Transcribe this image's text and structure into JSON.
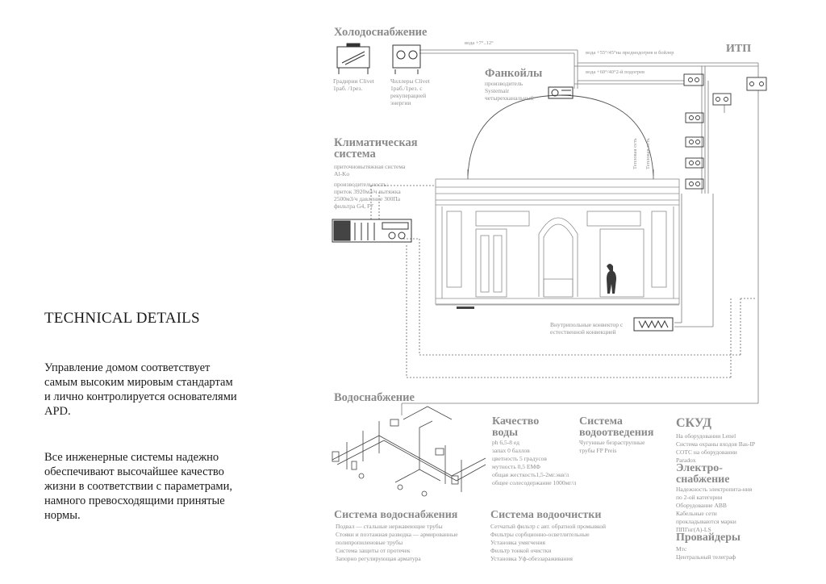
{
  "left": {
    "title": "TECHNICAL DETAILS",
    "paragraph1": "Управление домом соответствует самым высоким мировым стандартам и лично контролируется основателями APD.",
    "paragraph2": "Все инженерные системы надежно обеспечивают высочайшее качество жизни в соответствии с параметрами, намного превосходящими принятые нормы."
  },
  "cold": {
    "title": "Холодоснабжение",
    "water_label": "вода +7°..12°",
    "grad_label": "Градирни Clivet 1раб. /1рез.",
    "chiller_label": "Чиллеры Clivet 1раб./1рез. с рекуперацией энергии"
  },
  "hot": {
    "line1": "вода +55°/45°на преднодогрев и бойлер",
    "line2": "вода +60°/40°2-й подогрев"
  },
  "itp": {
    "title": "ИТП"
  },
  "fancoil": {
    "title": "Фанкойлы",
    "desc": "производитель Systemair четырехканальный"
  },
  "heating": {
    "label_a": "Тепловая сеть",
    "label_b": "Тепловая сеть"
  },
  "climate": {
    "title": "Климатическая система",
    "desc1": "приточновытяжная система Al-Ko",
    "desc2": "производительность: приток 3920м3/ч вытяжка 2500м3/ч давление 300Па фильтра G4, F7"
  },
  "convector": {
    "label": "Внутрипольные конвектор с естественной конвекцией"
  },
  "water": {
    "title": "Водоснабжение"
  },
  "quality": {
    "title": "Качество воды",
    "items": [
      "ph 6,5-8 ед",
      "запах 0 баллов",
      "цветность 5 градусов",
      "мутность 0,5 ЕМФ",
      "общая жесткость1,5-2мг.экв/л",
      "общее солесодержание 1000мг/л"
    ]
  },
  "drain": {
    "title": "Система водоотведения",
    "items": [
      "Чугунные безраструпные трубы FP Preis"
    ]
  },
  "skud": {
    "title": "СКУД",
    "items": [
      "На оборудовании Lenel",
      "Система охраны входов Bas-IP",
      "СОТС на оборудовании Paradox"
    ]
  },
  "power": {
    "title": "Электро-снабжение",
    "items": [
      "Надежность электропита-ния по 2-ой категории",
      "Оборудование ABB",
      "Кабельные сети прокладываются марки ППГнг(А)-LS"
    ]
  },
  "supply": {
    "title": "Система водоснабжения",
    "items": [
      "Подвал — стальные нержавеющие трубы",
      "Стояки и поэтажная разводка — армированные полипропиленовые трубы",
      "Система защиты от протечек",
      "Запорно регулирующая арматура"
    ]
  },
  "purify": {
    "title": "Система водоочистки",
    "items": [
      "Сетчатый фильтр с авт. обратной промывкой",
      "Фильтры сорбционно-осветлительные",
      "Установка умягчения",
      "Фильтр тонкой очистки",
      "Установка Уф-обеззараживания"
    ]
  },
  "providers": {
    "title": "Провайдеры",
    "items": [
      "Мтс",
      "Центральный телеграф"
    ]
  },
  "colors": {
    "text": "#1a1a1a",
    "gray": "#8a8a8a",
    "line": "#7d7d7d",
    "dotted": "#888888"
  }
}
